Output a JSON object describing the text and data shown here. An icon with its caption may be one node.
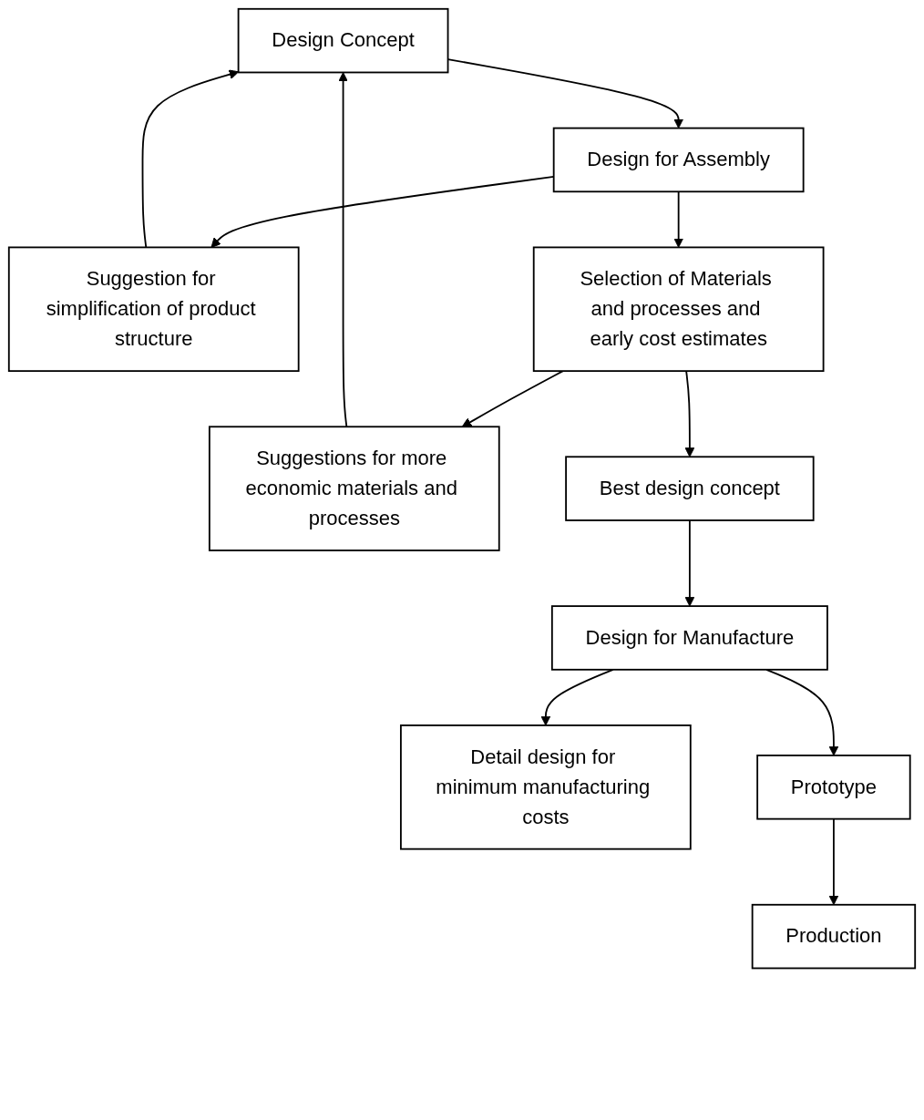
{
  "diagram": {
    "nodes": [
      {
        "text": [
          "Design Concept"
        ]
      },
      {
        "text": [
          "Design for Assembly"
        ]
      },
      {
        "text": [
          "Suggestion for simplification of product structure"
        ]
      },
      {
        "text": [
          "Selection of Materials and processes and early cost estimates"
        ]
      },
      {
        "text": [
          "Suggestions for more economic materials and processes"
        ]
      },
      {
        "text": [
          "Best design concept"
        ]
      },
      {
        "text": [
          "Design for Manufacture"
        ]
      },
      {
        "text": [
          "Detail design for minimum manufacturing costs"
        ]
      },
      {
        "text": [
          "Prototype"
        ]
      },
      {
        "text": [
          "Production"
        ]
      }
    ],
    "edges": [
      {
        "from": 0,
        "to": 1,
        "arrow": "to"
      },
      {
        "from": 1,
        "to": 2,
        "arrow": "to"
      },
      {
        "from": 2,
        "to": 0,
        "arrow": "to"
      },
      {
        "from": 1,
        "to": 3,
        "arrow": "to"
      },
      {
        "from": 3,
        "to": 4,
        "arrow": "to"
      },
      {
        "from": 4,
        "to": 0,
        "arrow": "to"
      },
      {
        "from": 3,
        "to": 5,
        "arrow": "to"
      },
      {
        "from": 5,
        "to": 6,
        "arrow": "to"
      },
      {
        "from": 6,
        "to": 7,
        "arrow": "to"
      },
      {
        "from": 6,
        "to": 8,
        "arrow": "to"
      },
      {
        "from": 8,
        "to": 9,
        "arrow": "to"
      }
    ]
  }
}
